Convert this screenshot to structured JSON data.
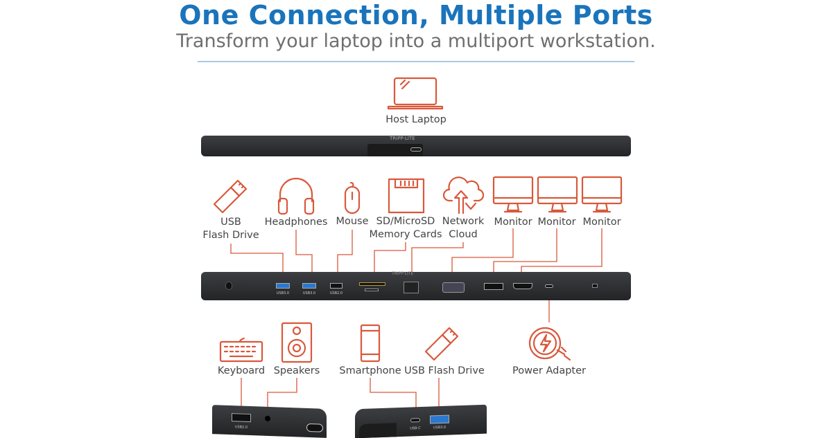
{
  "header": {
    "title": "One Connection, Multiple Ports",
    "subtitle": "Transform your laptop into a multiport workstation."
  },
  "host": {
    "label": "Host Laptop"
  },
  "top_devices": [
    {
      "line1": "USB",
      "line2": "Flash Drive",
      "icon": "usb-flash-drive-icon"
    },
    {
      "line1": "Headphones",
      "icon": "headphones-icon"
    },
    {
      "line1": "Mouse",
      "icon": "mouse-icon"
    },
    {
      "line1": "SD/MicroSD",
      "line2": "Memory Cards",
      "icon": "sd-card-icon"
    },
    {
      "line1": "Network",
      "line2": "Cloud",
      "icon": "network-cloud-icon"
    },
    {
      "line1": "Monitor",
      "icon": "monitor-icon"
    },
    {
      "line1": "Monitor",
      "icon": "monitor-icon"
    },
    {
      "line1": "Monitor",
      "icon": "monitor-icon"
    }
  ],
  "bottom_devices": [
    {
      "label": "Keyboard",
      "icon": "keyboard-icon"
    },
    {
      "label": "Speakers",
      "icon": "speaker-icon"
    },
    {
      "label": "Smartphone",
      "icon": "smartphone-icon"
    },
    {
      "label": "USB Flash Drive",
      "icon": "usb-flash-drive-icon"
    },
    {
      "label": "Power Adapter",
      "icon": "power-adapter-icon"
    }
  ],
  "port_labels": {
    "main": [
      "USB3.0",
      "USB3.0",
      "USB2.0"
    ],
    "left_side": "USB2.0",
    "right_side": [
      "USB-C",
      "USB3.0"
    ]
  },
  "brand": "TRIPP·LITE",
  "colors": {
    "title": "#1a74bb",
    "accent": "#d9583b",
    "dock": "#2b2c2e",
    "usb3": "#2a78d0"
  }
}
